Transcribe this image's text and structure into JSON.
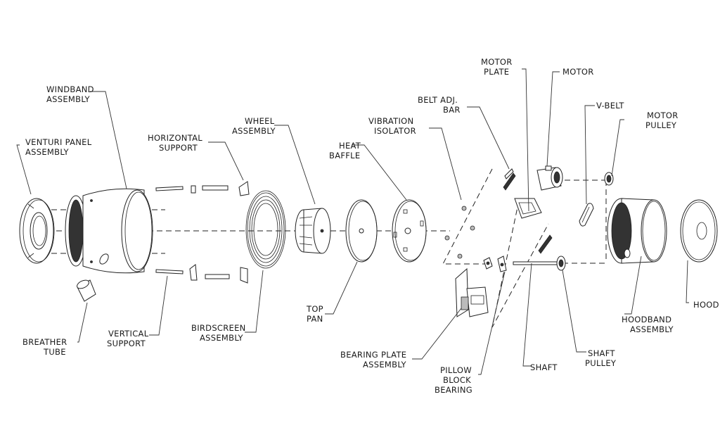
{
  "labels": {
    "windband": [
      "WINDBAND",
      "ASSEMBLY"
    ],
    "venturi": [
      "VENTURI PANEL",
      "ASSEMBLY"
    ],
    "horizontal": [
      "HORIZONTAL",
      "SUPPORT"
    ],
    "wheel": [
      "WHEEL",
      "ASSEMBLY"
    ],
    "vibration": [
      "VIBRATION",
      "ISOLATOR"
    ],
    "heat_baffle": [
      "HEAT",
      "BAFFLE"
    ],
    "belt_adj": [
      "BELT ADJ.",
      "BAR"
    ],
    "motor_plate": [
      "MOTOR",
      "PLATE"
    ],
    "motor": [
      "MOTOR"
    ],
    "vbelt": [
      "V-BELT"
    ],
    "motor_pulley": [
      "MOTOR",
      "PULLEY"
    ],
    "breather": [
      "BREATHER",
      "TUBE"
    ],
    "vertical": [
      "VERTICAL",
      "SUPPORT"
    ],
    "birdscreen": [
      "BIRDSCREEN",
      "ASSEMBLY"
    ],
    "top_pan": [
      "TOP",
      "PAN"
    ],
    "bearing_plate": [
      "BEARING PLATE",
      "ASSEMBLY"
    ],
    "pillow_block": [
      "PILLOW",
      "BLOCK",
      "BEARING"
    ],
    "shaft": [
      "SHAFT"
    ],
    "shaft_pulley": [
      "SHAFT",
      "PULLEY"
    ],
    "hoodband": [
      "HOODBAND",
      "ASSEMBLY"
    ],
    "hood": [
      "HOOD"
    ]
  }
}
